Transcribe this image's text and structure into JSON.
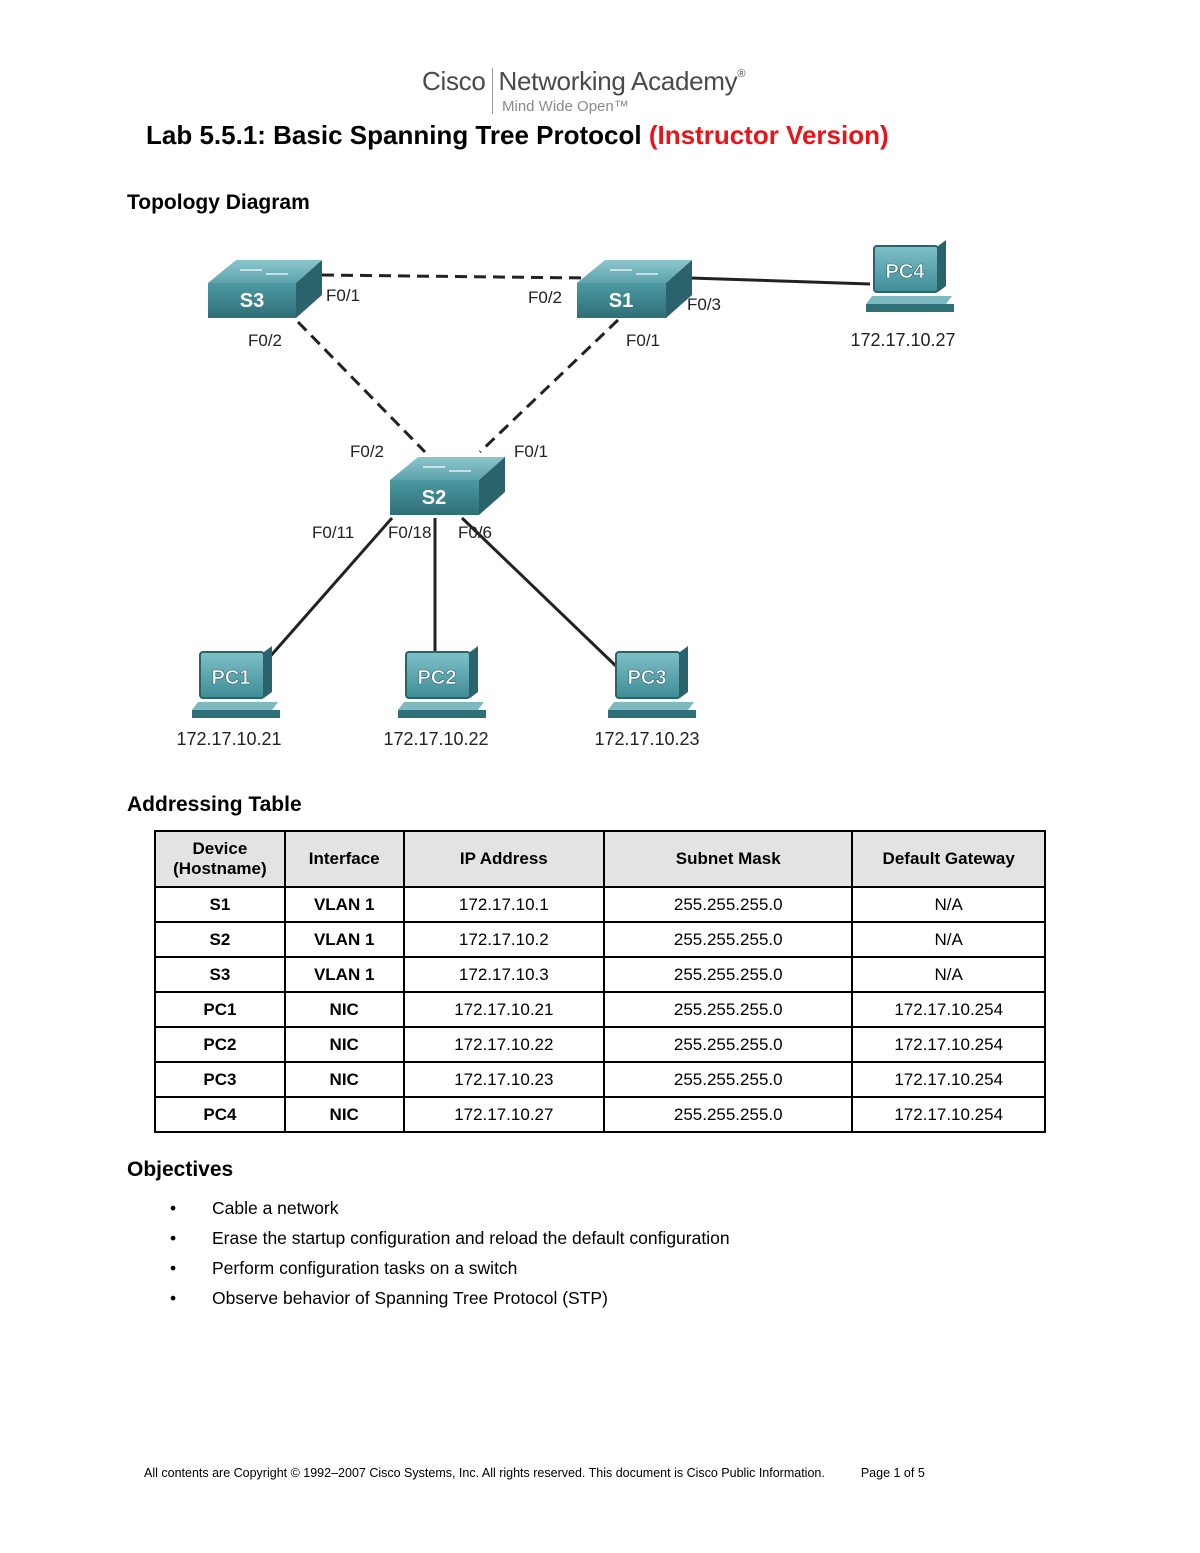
{
  "logo": {
    "brand_left": "Cisco",
    "brand_right": "Networking Academy",
    "registered": "®",
    "tagline": "Mind Wide Open™"
  },
  "title": {
    "main": "Lab 5.5.1: Basic Spanning Tree Protocol",
    "version": "(Instructor Version)"
  },
  "sections": {
    "topology": "Topology Diagram",
    "addressing": "Addressing Table",
    "objectives": "Objectives"
  },
  "diagram": {
    "devices": {
      "S1": "S1",
      "S2": "S2",
      "S3": "S3",
      "PC1": "PC1",
      "PC2": "PC2",
      "PC3": "PC3",
      "PC4": "PC4"
    },
    "ips": {
      "PC1": "172.17.10.21",
      "PC2": "172.17.10.22",
      "PC3": "172.17.10.23",
      "PC4": "172.17.10.27"
    },
    "ports": {
      "s3_f01": "F0/1",
      "s3_f02": "F0/2",
      "s1_f02": "F0/2",
      "s1_f01": "F0/1",
      "s1_f03": "F0/3",
      "s2_f02": "F0/2",
      "s2_f01": "F0/1",
      "s2_f011": "F0/11",
      "s2_f018": "F0/18",
      "s2_f06": "F0/6"
    },
    "colors": {
      "device_face": "#3e8a93",
      "device_top": "#6fb2bb",
      "device_dark": "#2a636b",
      "link": "#222222"
    }
  },
  "table": {
    "headers": [
      "Device\n(Hostname)",
      "Interface",
      "IP Address",
      "Subnet Mask",
      "Default Gateway"
    ],
    "rows": [
      [
        "S1",
        "VLAN 1",
        "172.17.10.1",
        "255.255.255.0",
        "N/A"
      ],
      [
        "S2",
        "VLAN 1",
        "172.17.10.2",
        "255.255.255.0",
        "N/A"
      ],
      [
        "S3",
        "VLAN 1",
        "172.17.10.3",
        "255.255.255.0",
        "N/A"
      ],
      [
        "PC1",
        "NIC",
        "172.17.10.21",
        "255.255.255.0",
        "172.17.10.254"
      ],
      [
        "PC2",
        "NIC",
        "172.17.10.22",
        "255.255.255.0",
        "172.17.10.254"
      ],
      [
        "PC3",
        "NIC",
        "172.17.10.23",
        "255.255.255.0",
        "172.17.10.254"
      ],
      [
        "PC4",
        "NIC",
        "172.17.10.27",
        "255.255.255.0",
        "172.17.10.254"
      ]
    ]
  },
  "objectives": {
    "bullet": "•",
    "items": [
      "Cable a network",
      "Erase the startup configuration and reload the default configuration",
      "Perform configuration tasks on a switch",
      "Observe behavior of Spanning Tree Protocol (STP)"
    ]
  },
  "footer": {
    "copyright": "All contents are Copyright © 1992–2007 Cisco Systems, Inc. All rights reserved. This document is Cisco Public Information.",
    "page": "Page 1 of 5"
  }
}
